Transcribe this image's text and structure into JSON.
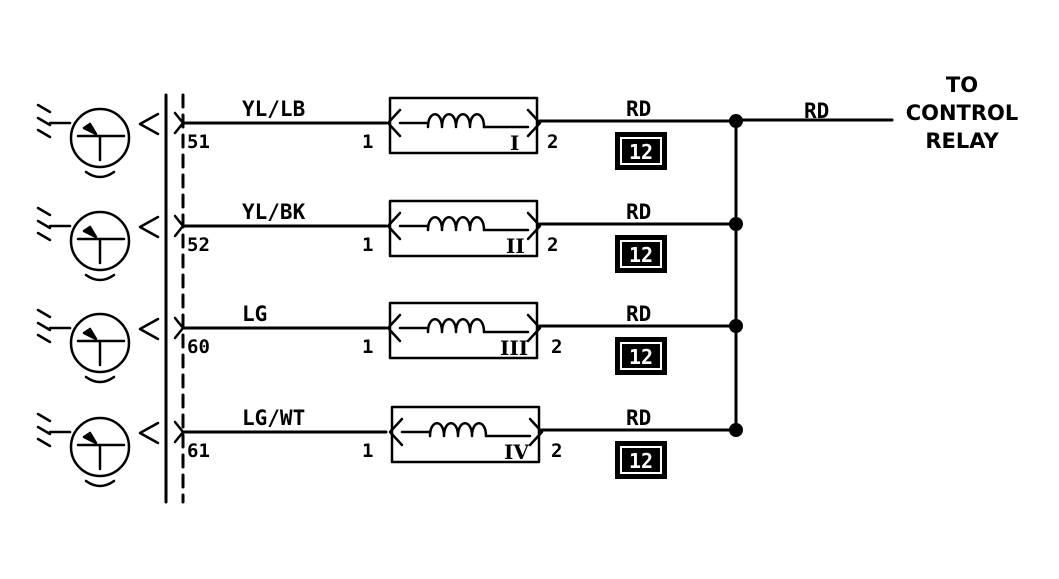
{
  "destination": {
    "line1": "TO",
    "line2": "CONTROL",
    "line3": "RELAY",
    "wire_color": "RD"
  },
  "circuits": [
    {
      "pin": "51",
      "wire_color": "YL/LB",
      "term_in": "1",
      "term_out": "2",
      "numeral": "I",
      "out_color": "RD",
      "fuse": "12"
    },
    {
      "pin": "52",
      "wire_color": "YL/BK",
      "term_in": "1",
      "term_out": "2",
      "numeral": "II",
      "out_color": "RD",
      "fuse": "12"
    },
    {
      "pin": "60",
      "wire_color": "LG",
      "term_in": "1",
      "term_out": "2",
      "numeral": "III",
      "out_color": "RD",
      "fuse": "12"
    },
    {
      "pin": "61",
      "wire_color": "LG/WT",
      "term_in": "1",
      "term_out": "2",
      "numeral": "IV",
      "out_color": "RD",
      "fuse": "12"
    }
  ]
}
